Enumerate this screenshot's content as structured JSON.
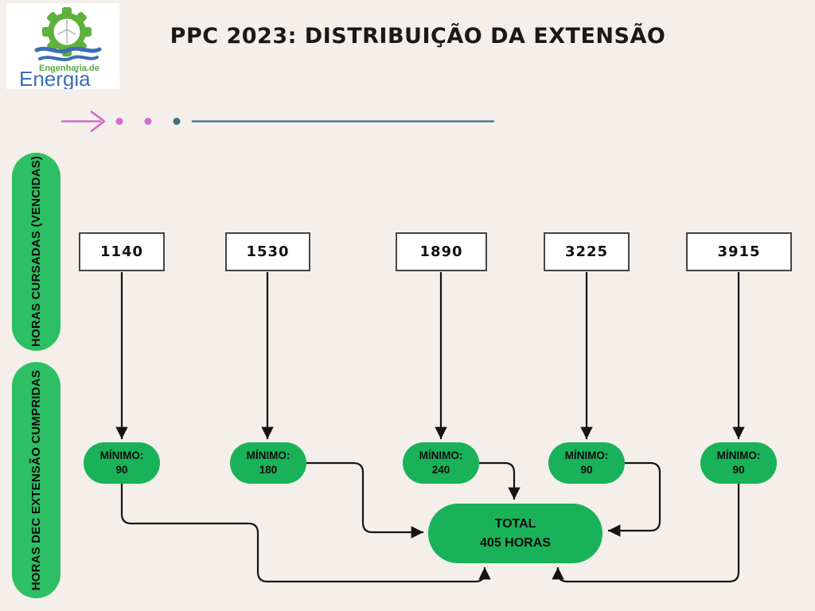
{
  "header": {
    "title": "PPC 2023: DISTRIBUIÇÃO DA EXTENSÃO"
  },
  "logo": {
    "top_text": "Engenharia.de",
    "bottom_text": "Energia"
  },
  "side_labels": {
    "top": "HORAS CURSADAS (VENCIDAS)",
    "bottom": "HORAS DEC EXTENSÃO CUMPRIDAS"
  },
  "columns": [
    {
      "hours_cursadas": "1140",
      "minimo_label": "MÍNIMO:",
      "minimo_value": "90"
    },
    {
      "hours_cursadas": "1530",
      "minimo_label": "MÍNIMO:",
      "minimo_value": "180"
    },
    {
      "hours_cursadas": "1890",
      "minimo_label": "MÍNIMO:",
      "minimo_value": "240"
    },
    {
      "hours_cursadas": "3225",
      "minimo_label": "MÍNIMO:",
      "minimo_value": "90"
    },
    {
      "hours_cursadas": "3915",
      "minimo_label": "MÍNIMO:",
      "minimo_value": "90"
    }
  ],
  "total": {
    "line1": "TOTAL",
    "line2": "405 HORAS"
  },
  "colors": {
    "background": "#f4efea",
    "green_side_pill": "#2cbf63",
    "green_node": "#19b259",
    "pink_accent": "#cf6cc8",
    "teal_accent": "#4d7d8a",
    "connector_black": "#141414",
    "logo_green": "#57a83e",
    "logo_blue": "#3a6eb5"
  }
}
